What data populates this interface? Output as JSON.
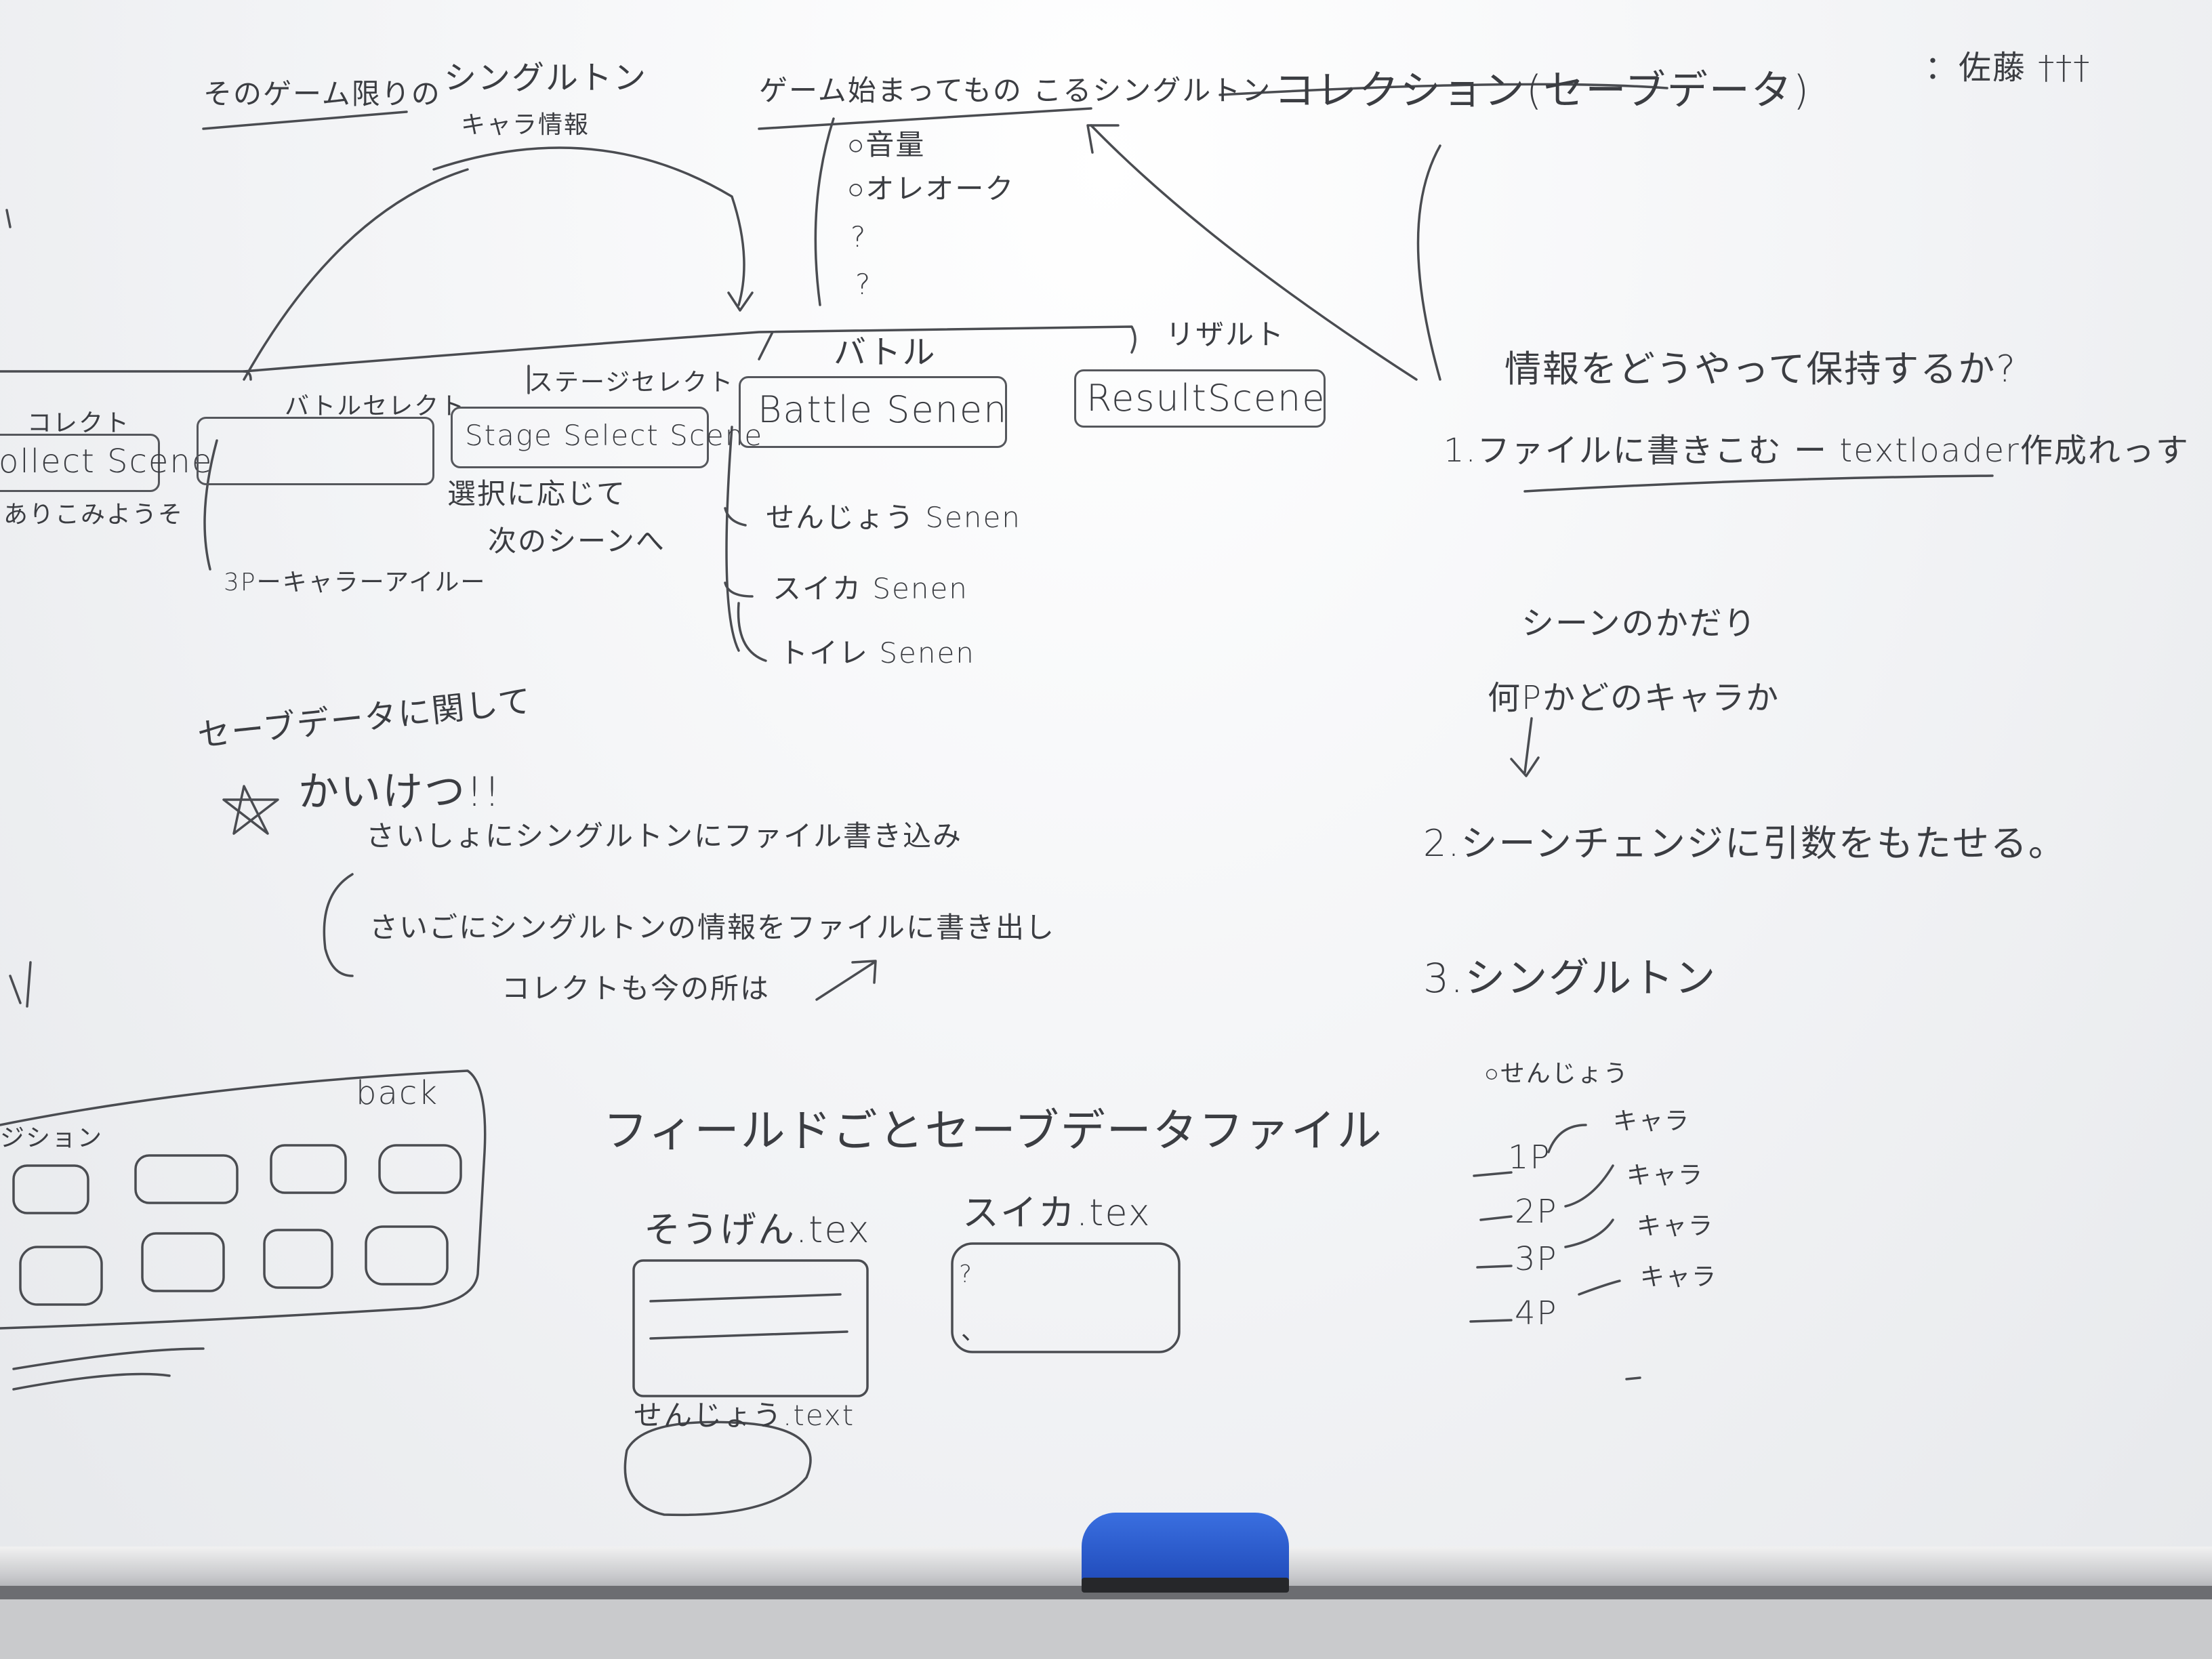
{
  "board": {
    "top": {
      "game_only": "そのゲーム限りの",
      "singleton": "シングルトン",
      "chara_info": "キャラ情報",
      "global_singleton": "ゲーム始まってもの こるシングルトン",
      "items": [
        "○音量",
        "○オレオーク",
        "?",
        "?"
      ],
      "collection": "コレクション(セーブデータ)",
      "corner": "：佐藤 †††"
    },
    "scenes": {
      "collect_scene": "ollect Scene",
      "collect_label": "コレクト",
      "collect_note": "ありこみようそ",
      "battle_select_label": "バトルセレクト",
      "stage_select_label": "ステージセレクト",
      "stage_select_scene": "Stage Select Scene",
      "stage_select_note_1": "選択に応じて",
      "stage_select_note_2": "次のシーンへ",
      "player_note": "3Pーキャラーアイルー",
      "battle_label": "バトル",
      "battle_scene": "Battle Senen",
      "result_label": "リザルト",
      "result_scene": "ResultScene",
      "sub_scenes": [
        "せんじょう Senen",
        "スイカ Senen",
        "トイレ Senen"
      ]
    },
    "save": {
      "heading": "セーブデータに関して",
      "solution": "かいけつ!!",
      "step_first": "さいしょにシングルトンにファイル書き込み",
      "step_last": "さいごにシングルトンの情報をファイルに書き出し",
      "collect_note": "コレクトも今の所は",
      "per_field": "フィールドごとセーブデータファイル",
      "file_a": "そうげん.tex",
      "file_b": "スイカ.tex",
      "file_c": "せんじょう.text",
      "file_b_lines": [
        "?",
        "、"
      ]
    },
    "right": {
      "question": "情報をどうやって保持するか?",
      "option1": "1.ファイルに書きこむ ー textloader作成れっす",
      "scene_span": "シーンのかだり",
      "which_player": "何Pかどのキャラか",
      "option2": "2.シーンチェンジに引数をもたせる。",
      "option3": "3.シングルトン",
      "stage": "○せんじょう",
      "players": [
        "1P",
        "2P",
        "3P",
        "4P"
      ],
      "chara_tag": "キャラ"
    },
    "grid": {
      "back": "back",
      "label": "ジション"
    }
  },
  "colors": {
    "ink": "#3b3d42",
    "eraser": "#2456c8"
  }
}
